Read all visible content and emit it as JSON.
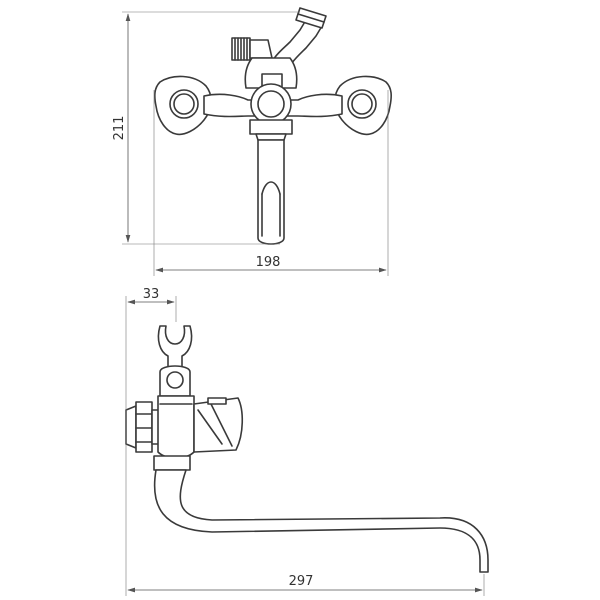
{
  "dimensions": {
    "height_front": "211",
    "width_front": "198",
    "offset_side": "33",
    "spout_length": "297"
  }
}
